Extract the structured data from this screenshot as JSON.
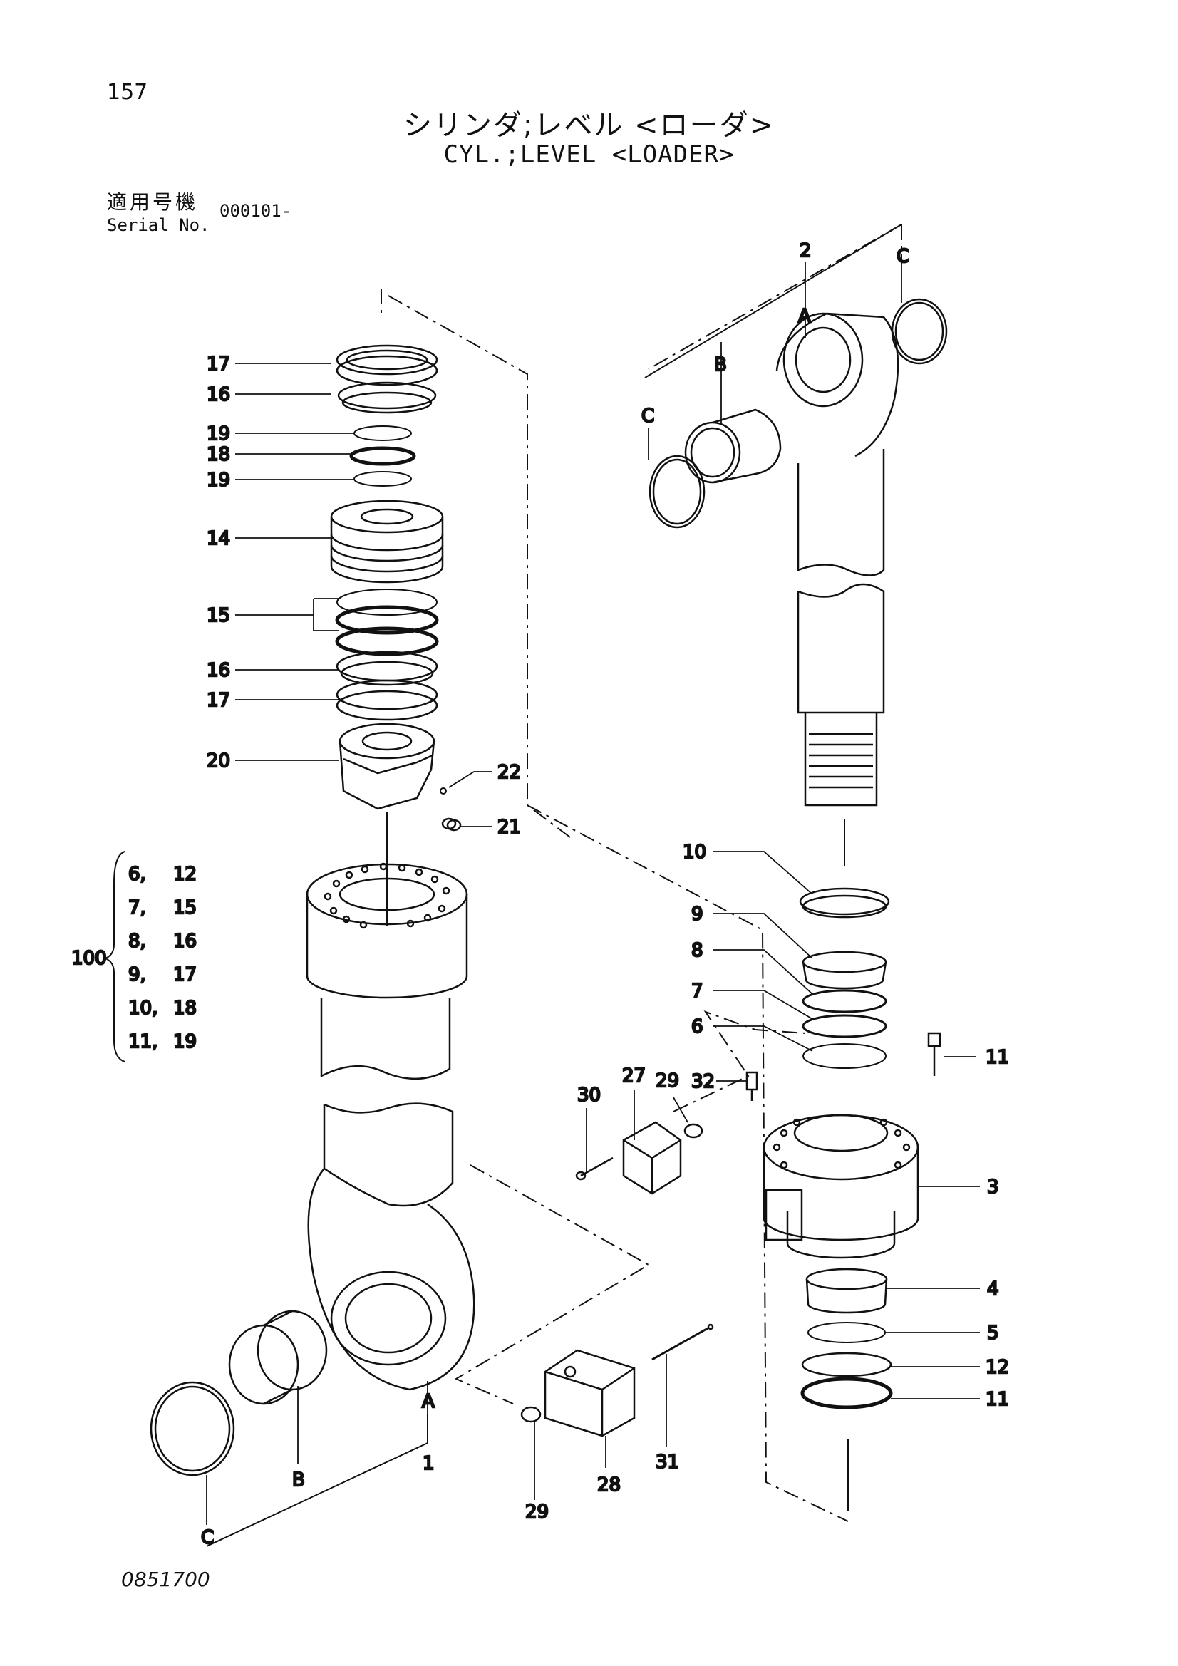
{
  "page_number": "157",
  "title_jp": "シリンダ;レベル <ローダ>",
  "title_en": "CYL.;LEVEL <LOADER>",
  "serial": {
    "label_jp": "適用号機",
    "label_en": "Serial No.",
    "value": "000101-"
  },
  "drawing_number": "0851700",
  "kit": {
    "label": "100",
    "rows": [
      [
        "6,",
        "12"
      ],
      [
        "7,",
        "15"
      ],
      [
        "8,",
        "16"
      ],
      [
        "9,",
        "17"
      ],
      [
        "10,",
        "18"
      ],
      [
        "11,",
        "19"
      ]
    ]
  },
  "callouts": {
    "c17a": "17",
    "c16a": "16",
    "c19a": "19",
    "c18": "18",
    "c19b": "19",
    "c14": "14",
    "c15": "15",
    "c16b": "16",
    "c17b": "17",
    "c20": "20",
    "c22": "22",
    "c21": "21",
    "c2": "2",
    "cA_top": "A",
    "cB_top": "B",
    "cC_top1": "C",
    "cC_top2": "C",
    "c10": "10",
    "c9": "9",
    "c8": "8",
    "c7": "7",
    "c6": "6",
    "c11a": "11",
    "c29a": "29",
    "c27": "27",
    "c30": "30",
    "c32": "32",
    "c3": "3",
    "c4": "4",
    "c5": "5",
    "c12": "12",
    "c11b": "11",
    "cA_bot": "A",
    "c1": "1",
    "cB_bot": "B",
    "cC_bot": "C",
    "c29b": "29",
    "c28": "28",
    "c31": "31"
  }
}
